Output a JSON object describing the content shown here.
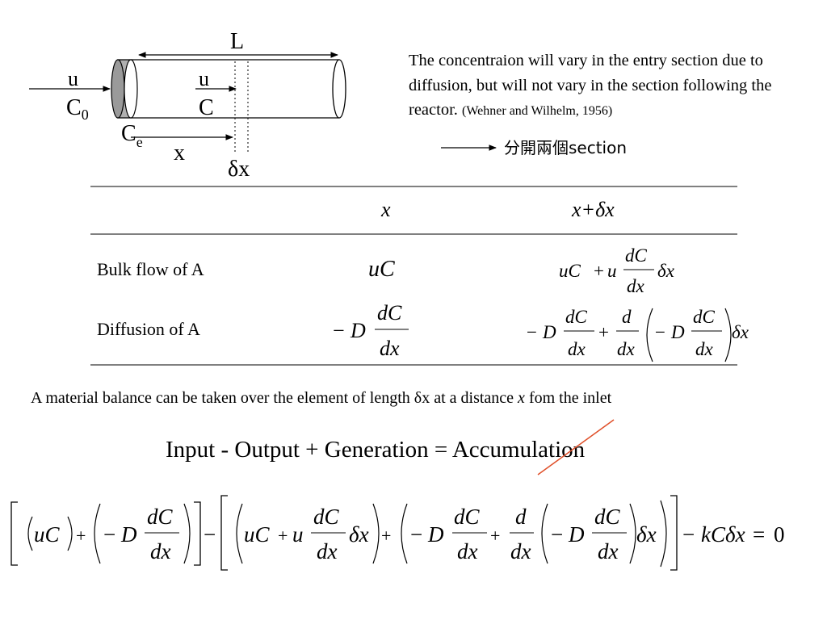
{
  "diagram": {
    "label_L": "L",
    "inlet_u": "u",
    "inlet_C": "C",
    "inlet_sub": "0",
    "mid_u": "u",
    "mid_C": "C",
    "ce_C": "C",
    "ce_sub": "e",
    "x": "x",
    "delta": "δ",
    "dx": "x"
  },
  "note": {
    "text": "The concentraion will vary in the entry section due to diffusion, but will not vary in the section following the reactor.",
    "citation": "(Wehner and Wilhelm, 1956)",
    "arrow_label": "分開兩個section"
  },
  "table": {
    "col_x": "x",
    "col_xdx": "x+δx",
    "row1_label": "Bulk flow of A",
    "row2_label": "Diffusion of A",
    "uC": "uC",
    "sym_u": "u",
    "sym_D": "D",
    "sym_dC": "dC",
    "sym_d": "d",
    "sym_dx": "dx",
    "sym_delta": "δ",
    "sym_x": "x",
    "minus": "−",
    "plus": "+"
  },
  "balance_sentence": {
    "before": "A material balance can be taken over the element of length δx at a distance",
    "x": "x",
    "after": "fom the inlet"
  },
  "equation_words": "Input - Output + Generation = Accumulation",
  "final_equation": {
    "uC": "uC",
    "kC": "kC",
    "zero": "0",
    "equals": "="
  },
  "colors": {
    "strike": "#e0502a",
    "endcap": "#b0b0b0"
  }
}
